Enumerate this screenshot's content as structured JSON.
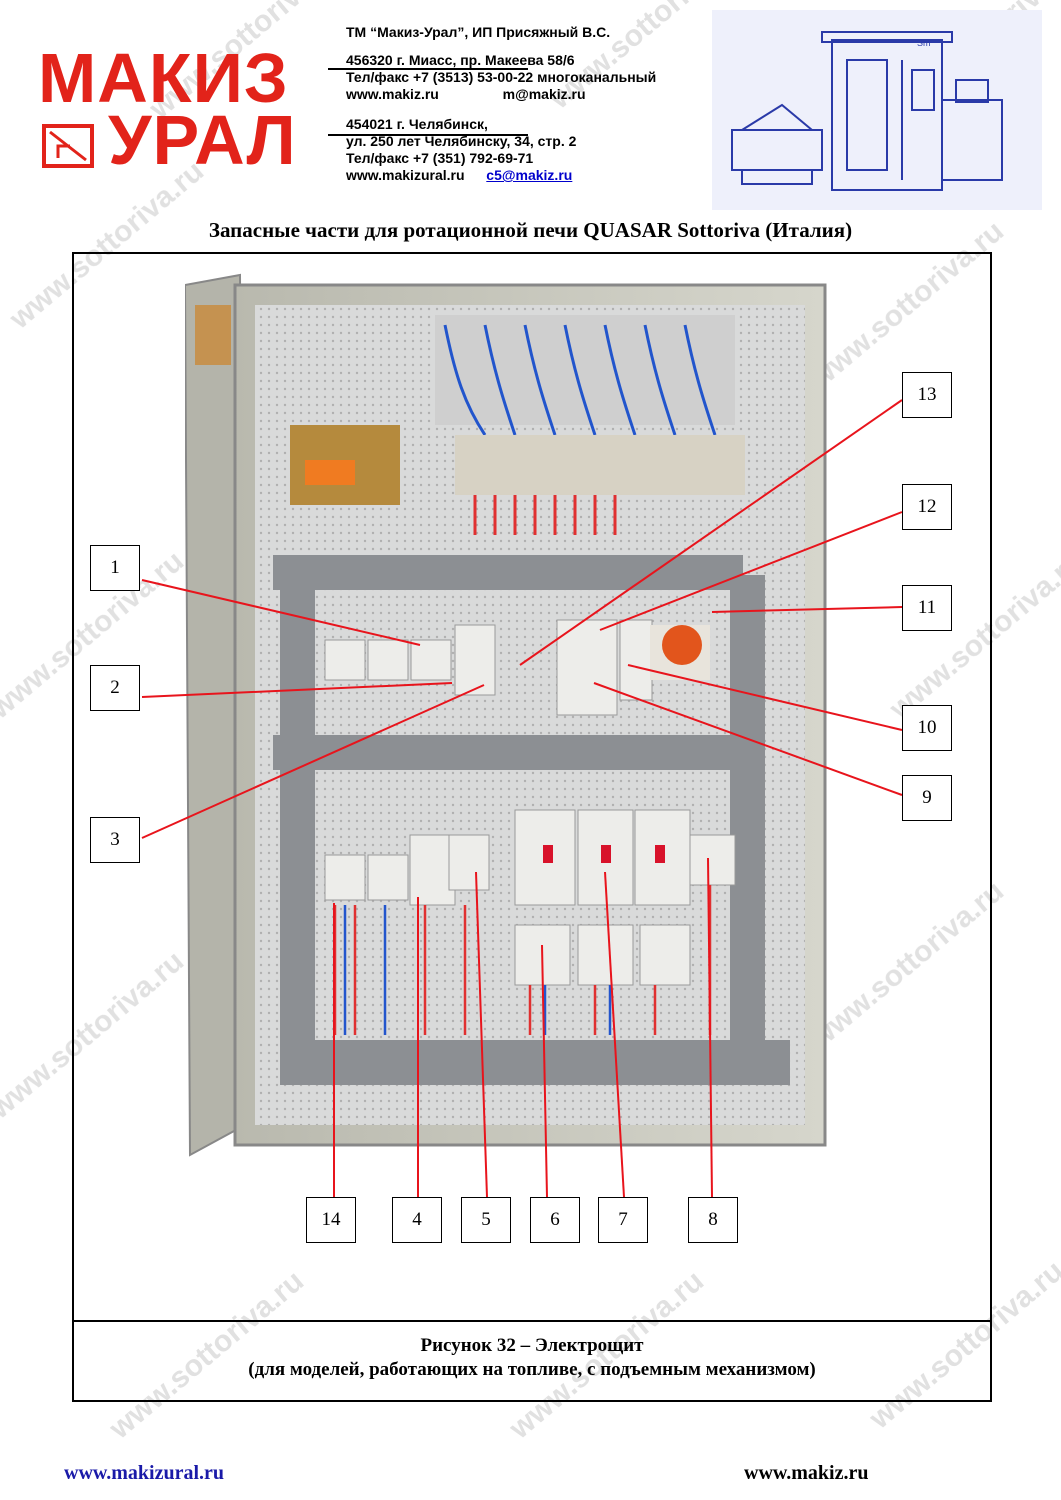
{
  "logo": {
    "line1": "МАКИЗ",
    "line2": "УРАЛ"
  },
  "contacts": {
    "company": "ТМ “Макиз-Урал”,    ИП Присяжный В.С.",
    "office1_address": "456320 г. Миасс, пр. Макеева 58/6",
    "office1_phone": "Тел/факс +7 (3513) 53-00-22 многоканальный",
    "office1_web": "www.makiz.ru",
    "office1_email": "m@makiz.ru",
    "office2_city": "454021 г. Челябинск,",
    "office2_street": "ул. 250 лет Челябинску, 34, стр. 2",
    "office2_phone": "Тел/факс +7 (351) 792-69-71",
    "office2_web": "www.makizural.ru",
    "office2_email": "c5@makiz.ru"
  },
  "document": {
    "title": "Запасные части для ротационной печи QUASAR Sottoriva (Италия)",
    "figure_caption_line1": "Рисунок 32 – Электрощит",
    "figure_caption_line2": "(для моделей, работающих на топливе, с подъемным механизмом)"
  },
  "callouts": [
    {
      "id": "c1",
      "label": "1"
    },
    {
      "id": "c2",
      "label": "2"
    },
    {
      "id": "c3",
      "label": "3"
    },
    {
      "id": "c13",
      "label": "13"
    },
    {
      "id": "c12",
      "label": "12"
    },
    {
      "id": "c11",
      "label": "11"
    },
    {
      "id": "c10",
      "label": "10"
    },
    {
      "id": "c9",
      "label": "9"
    },
    {
      "id": "c14",
      "label": "14"
    },
    {
      "id": "c4",
      "label": "4"
    },
    {
      "id": "c5",
      "label": "5"
    },
    {
      "id": "c6",
      "label": "6"
    },
    {
      "id": "c7",
      "label": "7"
    },
    {
      "id": "c8",
      "label": "8"
    }
  ],
  "watermark": "www.sottoriva.ru",
  "footer": {
    "left": "www.makizural.ru",
    "right": "www.makiz.ru"
  },
  "colors": {
    "brand_red": "#e2231a",
    "link_blue": "#0000cc",
    "leader_red": "#e8141c"
  }
}
